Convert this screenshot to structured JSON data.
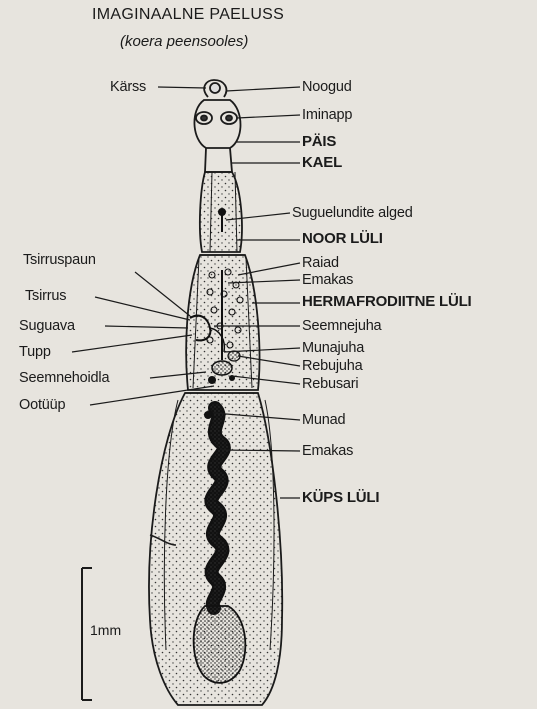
{
  "figure": {
    "title": "IMAGINAALNE PAELUSS",
    "subtitle": "(koera peensooles)",
    "scale_bar": "1mm"
  },
  "labels_left": [
    {
      "id": "karss",
      "text": "Kärss"
    },
    {
      "id": "tsirruspaun",
      "text": "Tsirruspaun"
    },
    {
      "id": "tsirrus",
      "text": "Tsirrus"
    },
    {
      "id": "suguava",
      "text": "Suguava"
    },
    {
      "id": "tupp",
      "text": "Tupp"
    },
    {
      "id": "seemnehoidla",
      "text": "Seemnehoidla"
    },
    {
      "id": "ootuup",
      "text": "Ootüüp"
    }
  ],
  "labels_right": [
    {
      "id": "noogud",
      "text": "Noogud",
      "bold": false
    },
    {
      "id": "iminapp",
      "text": "Iminapp",
      "bold": false
    },
    {
      "id": "pais",
      "text": "PÄIS",
      "bold": true
    },
    {
      "id": "kael",
      "text": "KAEL",
      "bold": true
    },
    {
      "id": "suguelundite-alged",
      "text": "Suguelundite alged",
      "bold": false
    },
    {
      "id": "noor-luli",
      "text": "NOOR LÜLI",
      "bold": true
    },
    {
      "id": "raiad",
      "text": "Raiad",
      "bold": false
    },
    {
      "id": "emakas-1",
      "text": "Emakas",
      "bold": false
    },
    {
      "id": "hermafrodiitne-luli",
      "text": "HERMAFRODIITNE LÜLI",
      "bold": true
    },
    {
      "id": "seemnejuha",
      "text": "Seemnejuha",
      "bold": false
    },
    {
      "id": "munajuha",
      "text": "Munajuha",
      "bold": false
    },
    {
      "id": "rebujuha",
      "text": "Rebujuha",
      "bold": false
    },
    {
      "id": "rebusari",
      "text": "Rebusari",
      "bold": false
    },
    {
      "id": "munad",
      "text": "Munad",
      "bold": false
    },
    {
      "id": "emakas-2",
      "text": "Emakas",
      "bold": false
    },
    {
      "id": "kups-luli",
      "text": "KÜPS LÜLI",
      "bold": true
    }
  ]
}
